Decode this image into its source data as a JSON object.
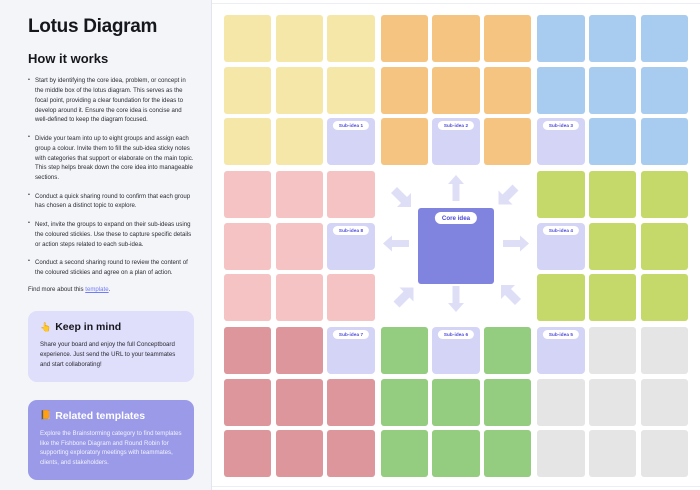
{
  "sidebar": {
    "title": "Lotus Diagram",
    "subtitle": "How it works",
    "steps": [
      "Start by identifying the core idea, problem, or concept in the middle box of the lotus diagram. This serves as the focal point, providing a clear foundation for the ideas to develop around it. Ensure the core idea is concise and well-defined to keep the diagram focused.",
      "Divide your team into up to eight groups and assign each group a colour. Invite them to fill the sub-idea sticky notes with categories that support or elaborate on the main topic. This step helps break down the core idea into manageable sections.",
      "Conduct a quick sharing round to confirm that each group has chosen a distinct topic to explore.",
      "Next, invite the groups to expand on their sub-ideas using the coloured stickies. Use these to capture specific details or action steps related to each sub-idea.",
      "Conduct a second sharing round to review the content of the coloured stickies and agree on a plan of action."
    ],
    "find_more_prefix": "Find more about this ",
    "find_more_link": "template",
    "find_more_suffix": ".",
    "cards": [
      {
        "emoji": "👆",
        "emoji_name": "pointing-up-icon",
        "title": "Keep in mind",
        "body": "Share your board and enjoy the full Conceptboard experience. Just send the URL to your teammates and start collaborating!"
      },
      {
        "emoji": "📙",
        "emoji_name": "book-icon",
        "title": "Related templates",
        "body": "Explore the Brainstorming category to find templates like the Fishbone Diagram and Round Robin for supporting exploratory meetings with teammates, clients, and stakeholders."
      }
    ]
  },
  "diagram": {
    "core_label": "Core idea",
    "core_color": "#8084df",
    "subidea_card_color": "#d4d4f7",
    "arrow_color": "#dedff7",
    "blocks": [
      {
        "id": "block-nw",
        "note_color": "#f5e7a8",
        "subidea": "Sub-idea 1",
        "subidea_cell": 8
      },
      {
        "id": "block-n",
        "note_color": "#f5c481",
        "subidea": "Sub-idea 2",
        "subidea_cell": 7
      },
      {
        "id": "block-ne",
        "note_color": "#a8ccf0",
        "subidea": "Sub-idea 3",
        "subidea_cell": 6
      },
      {
        "id": "block-w",
        "note_color": "#f5c3c3",
        "subidea": "Sub-idea 8",
        "subidea_cell": 5
      },
      {
        "id": "block-center",
        "note_color": "",
        "subidea": "",
        "subidea_cell": -1
      },
      {
        "id": "block-e",
        "note_color": "#c5d96b",
        "subidea": "Sub-idea 4",
        "subidea_cell": 3
      },
      {
        "id": "block-sw",
        "note_color": "#dd969c",
        "subidea": "Sub-idea 7",
        "subidea_cell": 2
      },
      {
        "id": "block-s",
        "note_color": "#94cc80",
        "subidea": "Sub-idea 6",
        "subidea_cell": 1
      },
      {
        "id": "block-se",
        "note_color": "#e5e5e5",
        "subidea": "Sub-idea 5",
        "subidea_cell": 0
      }
    ],
    "arrows": [
      "arrow-up",
      "arrow-down",
      "arrow-left",
      "arrow-right",
      "arrow-up-left",
      "arrow-up-right",
      "arrow-down-left",
      "arrow-down-right"
    ]
  }
}
